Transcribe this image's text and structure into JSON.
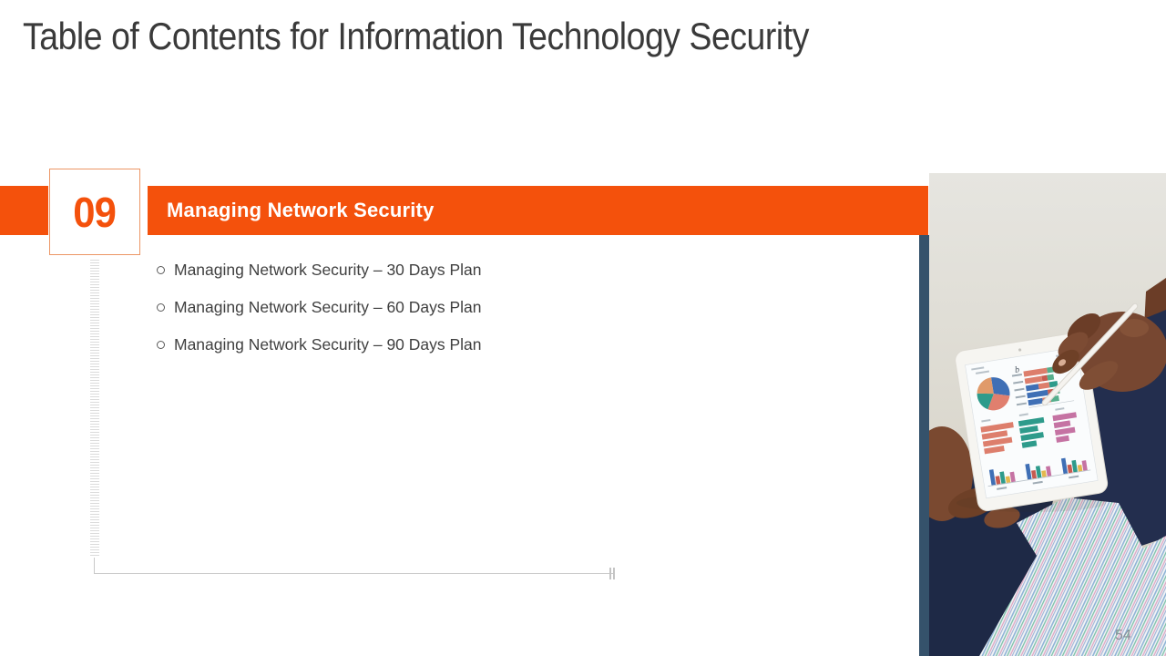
{
  "slide": {
    "title": "Table of Contents for Information Technology Security",
    "page_number": "54"
  },
  "section": {
    "number": "09",
    "banner_title": "Managing Network Security",
    "items": [
      "Managing Network Security – 30 Days Plan",
      "Managing Network Security – 60 Days Plan",
      "Managing Network Security – 90 Days Plan"
    ]
  },
  "photo": {
    "alt": "Hands of a person in a navy sweater with striped cuff pointing a white stylus at a tablet showing a pie chart and bar charts"
  },
  "colors": {
    "accent_orange": "#F4510C",
    "banner_text": "#FFFFFF",
    "navy_strip": "#35526B",
    "title_text": "#3A3A3A",
    "body_text": "#404040",
    "line_gray": "#C9C9C9",
    "page_number": "#8A9099"
  }
}
